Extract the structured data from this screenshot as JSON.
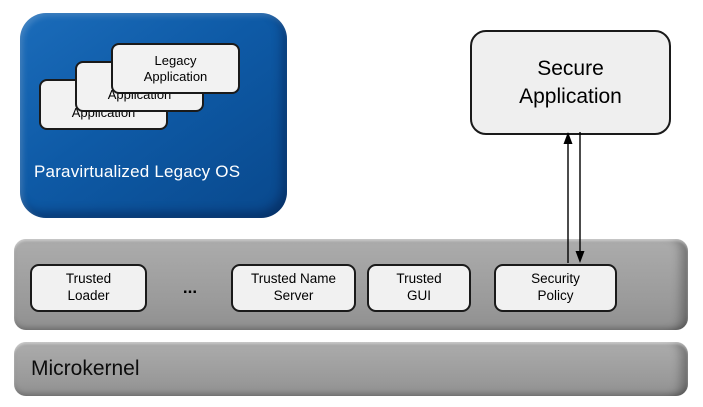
{
  "diagram": {
    "legacy_os": {
      "label": "Paravirtualized Legacy OS",
      "apps": [
        {
          "label": "Legacy Application"
        },
        {
          "label": "Legacy Application"
        },
        {
          "label": "Legacy Application"
        }
      ]
    },
    "secure_app": {
      "label": "Secure Application"
    },
    "trusted_services": {
      "loader": "Trusted Loader",
      "ellipsis": "...",
      "name_server": "Trusted Name Server",
      "gui": "Trusted GUI",
      "security_policy": "Security Policy"
    },
    "microkernel": {
      "label": "Microkernel"
    },
    "colors": {
      "legacy_os_blue": "#0e5aa6",
      "bar_gray": "#9a9a9a",
      "box_fill": "#f1f1f1",
      "border": "#1a1a1a"
    }
  }
}
